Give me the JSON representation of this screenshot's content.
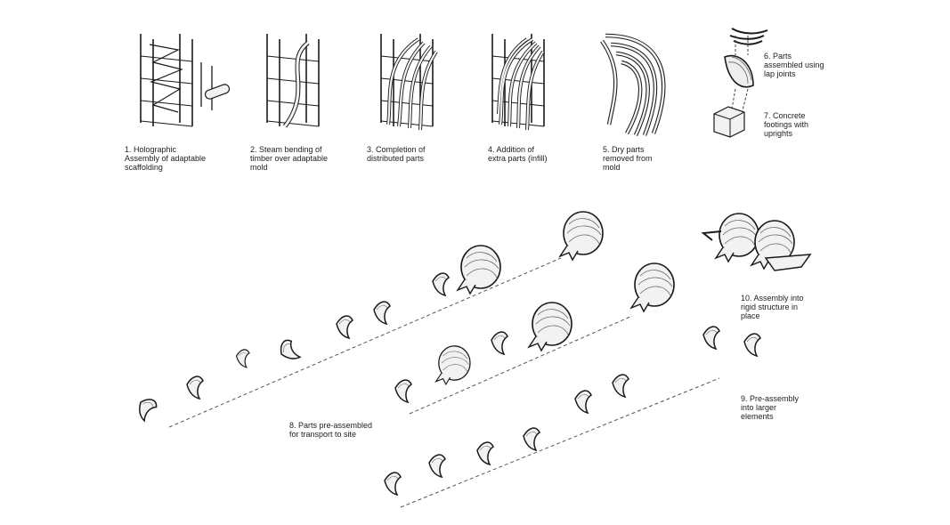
{
  "steps": [
    {
      "id": "s1",
      "label": "1. Holographic\nAssembly of adaptable\nscaffolding"
    },
    {
      "id": "s2",
      "label": "2. Steam bending of\ntimber over adaptable\nmold"
    },
    {
      "id": "s3",
      "label": "3. Completion of\ndistributed parts"
    },
    {
      "id": "s4",
      "label": "4. Addition of\nextra parts (infill)"
    },
    {
      "id": "s5",
      "label": "5. Dry parts\nremoved from\nmold"
    },
    {
      "id": "s6",
      "label": "6. Parts\nassembled using\nlap joints"
    },
    {
      "id": "s7",
      "label": "7. Concrete\nfootings with\nuprights"
    },
    {
      "id": "s8",
      "label": "8. Parts pre-assembled\nfor transport to site"
    },
    {
      "id": "s9",
      "label": "9. Pre-assembly\ninto larger\nelements"
    },
    {
      "id": "s10",
      "label": "10.  Assembly into\nrigid structure in\nplace"
    }
  ],
  "colors": {
    "ink": "#1a1a1a",
    "fill": "#f2f2f2",
    "shade": "#bdbdbd",
    "dash": "#555555"
  }
}
